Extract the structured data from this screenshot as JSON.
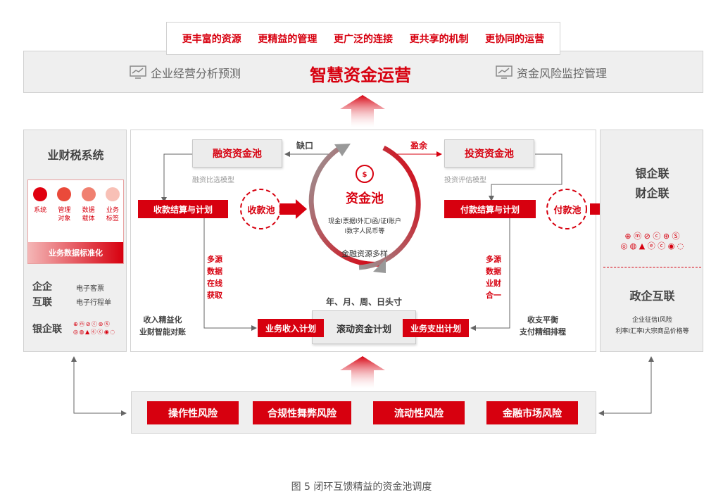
{
  "top_bar": {
    "items": [
      "更丰富的资源",
      "更精益的管理",
      "更广泛的连接",
      "更共享的机制",
      "更协同的运营"
    ]
  },
  "header": {
    "left_label": "企业经营分析预测",
    "title": "智慧资金运营",
    "right_label": "资金风险监控管理"
  },
  "left_panel": {
    "title": "业财税系统",
    "circles": [
      {
        "label": "系统",
        "color": "#e0000f"
      },
      {
        "label": "管理\n对象",
        "color": "#ea4a3a"
      },
      {
        "label": "数据\n载体",
        "color": "#f08070"
      },
      {
        "label": "业务\n标签",
        "color": "#f8c0b6"
      }
    ],
    "band": "业务数据标准化",
    "qiye_label": "企企\n互联",
    "qiye_items": [
      "电子客票",
      "电子行程单"
    ],
    "yinqi_label": "银企联",
    "bank_logos_row1": "⊕ ⓜ ⊘ ⓒ ⊛ Ⓢ",
    "bank_logos_row2": "◎ ◍ ▲ ⓔ ⓒ ◉ ◌"
  },
  "center": {
    "financing_pool": "融资资金池",
    "financing_model": "融资比选模型",
    "gap_label": "缺口",
    "surplus_label": "盈余",
    "invest_pool": "投资资金池",
    "invest_model": "投资评估模型",
    "collect_settle": "收款结算与计划",
    "collect_pool": "收款池",
    "pool_title": "资金池",
    "pool_line1": "现金I票据I外汇I函/证I账户",
    "pool_line2": "I数字人民币等",
    "pool_diverse": "金融资源多样",
    "pay_settle": "付款结算与计划",
    "pay_pool": "付款池",
    "left_vert": "多源\n数据\n在线\n获取",
    "right_vert": "多源\n数据\n业财\n合一",
    "periods": "年、月、周、日头寸",
    "income_refine_1": "收入精益化",
    "income_refine_2": "业财智能对账",
    "income_plan": "业务收入计划",
    "rolling_plan": "滚动资金计划",
    "expense_plan": "业务支出计划",
    "balance_1": "收支平衡",
    "balance_2": "支付精细排程"
  },
  "right_panel": {
    "title_1": "银企联",
    "title_2": "财企联",
    "bank_logos_row1": "⊕ ⓜ ⊘ ⓒ ⊛ Ⓢ",
    "bank_logos_row2": "◎ ◍ ▲ ⓔ ⓒ ◉ ◌",
    "gov_title": "政企互联",
    "gov_line1": "企业征信I风险",
    "gov_line2": "利率I汇率I大宗商品价格等"
  },
  "risks": {
    "items": [
      "操作性风险",
      "合规性舞弊风险",
      "流动性风险",
      "金融市场风险"
    ]
  },
  "caption": "图 5 闭环互馈精益的资金池调度"
}
